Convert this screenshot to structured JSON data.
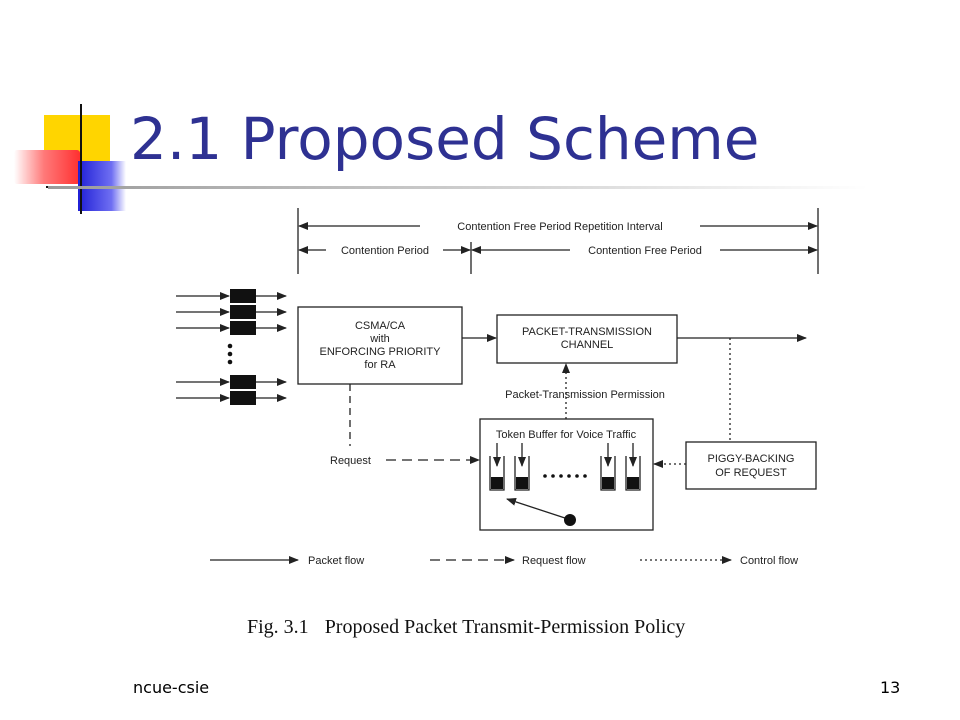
{
  "slide": {
    "title": "2.1 Proposed Scheme",
    "footer_left": "ncue-csie",
    "page_number": "13"
  },
  "diagram": {
    "timeline": {
      "repetition_interval": "Contention Free Period Repetition Interval",
      "contention_period": "Contention Period",
      "contention_free_period": "Contention Free Period"
    },
    "boxes": {
      "csma_line1": "CSMA/CA",
      "csma_line2": "with",
      "csma_line3": "ENFORCING PRIORITY",
      "csma_line4": "for RA",
      "channel_line1": "PACKET-TRANSMISSION",
      "channel_line2": "CHANNEL",
      "token_buffer": "Token Buffer for Voice Traffic",
      "piggy_line1": "PIGGY-BACKING",
      "piggy_line2": "OF REQUEST"
    },
    "labels": {
      "permission": "Packet-Transmission Permission",
      "request": "Request"
    },
    "legend": {
      "packet_flow": "Packet flow",
      "request_flow": "Request flow",
      "control_flow": "Control flow"
    },
    "caption_number": "Fig. 3.1",
    "caption_text": "Proposed Packet Transmit-Permission Policy"
  }
}
